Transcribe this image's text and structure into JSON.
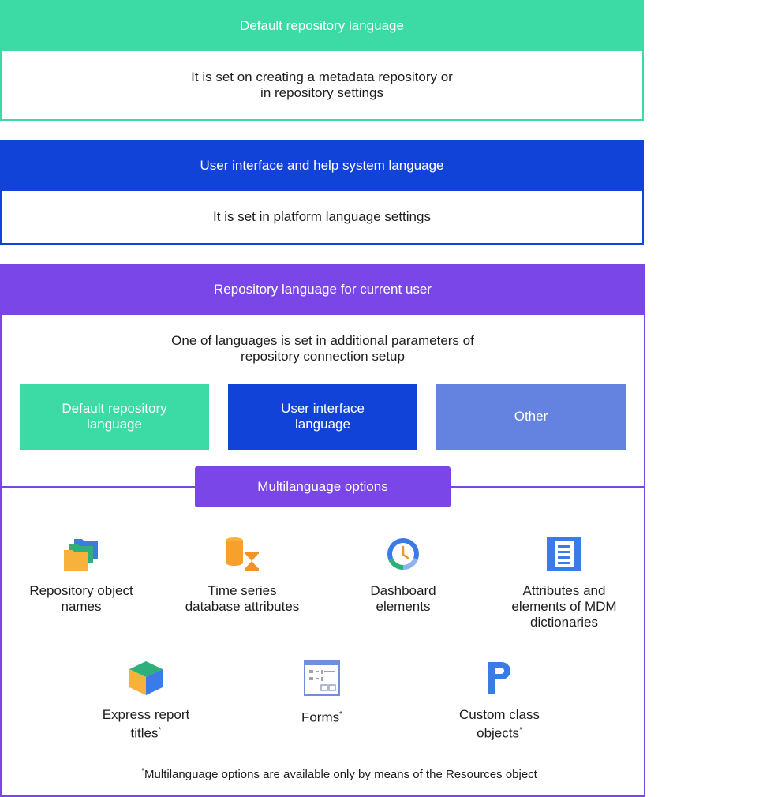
{
  "colors": {
    "green": "#3cdba5",
    "blue": "#1143d8",
    "purple": "#7b46e8",
    "light_blue": "#6483e0"
  },
  "default_repo": {
    "title": "Default repository language",
    "description_line1": "It is set on creating a metadata repository or",
    "description_line2": "in repository settings"
  },
  "ui_language": {
    "title": "User interface and help system language",
    "description": "It is set in platform language settings"
  },
  "current_user": {
    "title": "Repository language for current user",
    "description_line1": "One of languages is set in additional parameters of",
    "description_line2": "repository connection setup",
    "choices": [
      {
        "line1": "Default repository",
        "line2": "language"
      },
      {
        "line1": "User interface",
        "line2": "language"
      },
      {
        "line1": "Other",
        "line2": ""
      }
    ]
  },
  "multilanguage": {
    "title": "Multilanguage options",
    "items": [
      {
        "icon": "folders-icon",
        "line1": "Repository object",
        "line2": "names",
        "line3": ""
      },
      {
        "icon": "database-hourglass-icon",
        "line1": "Time series",
        "line2": "database attributes",
        "line3": ""
      },
      {
        "icon": "dashboard-clock-icon",
        "line1": "Dashboard",
        "line2": "elements",
        "line3": ""
      },
      {
        "icon": "dictionary-document-icon",
        "line1": "Attributes and",
        "line2": "elements of MDM",
        "line3": "dictionaries"
      },
      {
        "icon": "cube-icon",
        "line1": "Express report",
        "line2": "titles",
        "mark": "*"
      },
      {
        "icon": "form-icon",
        "line1": "Forms",
        "mark": "*"
      },
      {
        "icon": "letter-p-icon",
        "line1": "Custom class",
        "line2": "objects",
        "mark": "*"
      }
    ],
    "footnote_mark": "*",
    "footnote": "Multilanguage options are available only by means of the Resources object"
  }
}
